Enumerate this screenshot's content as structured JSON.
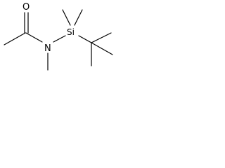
{
  "structure": {
    "atoms": {
      "oxygen": "O",
      "nitrogen": "N",
      "silicon": "Si"
    },
    "colors": {
      "bond": "#000000",
      "label": "#000000",
      "background": "#ffffff"
    }
  }
}
